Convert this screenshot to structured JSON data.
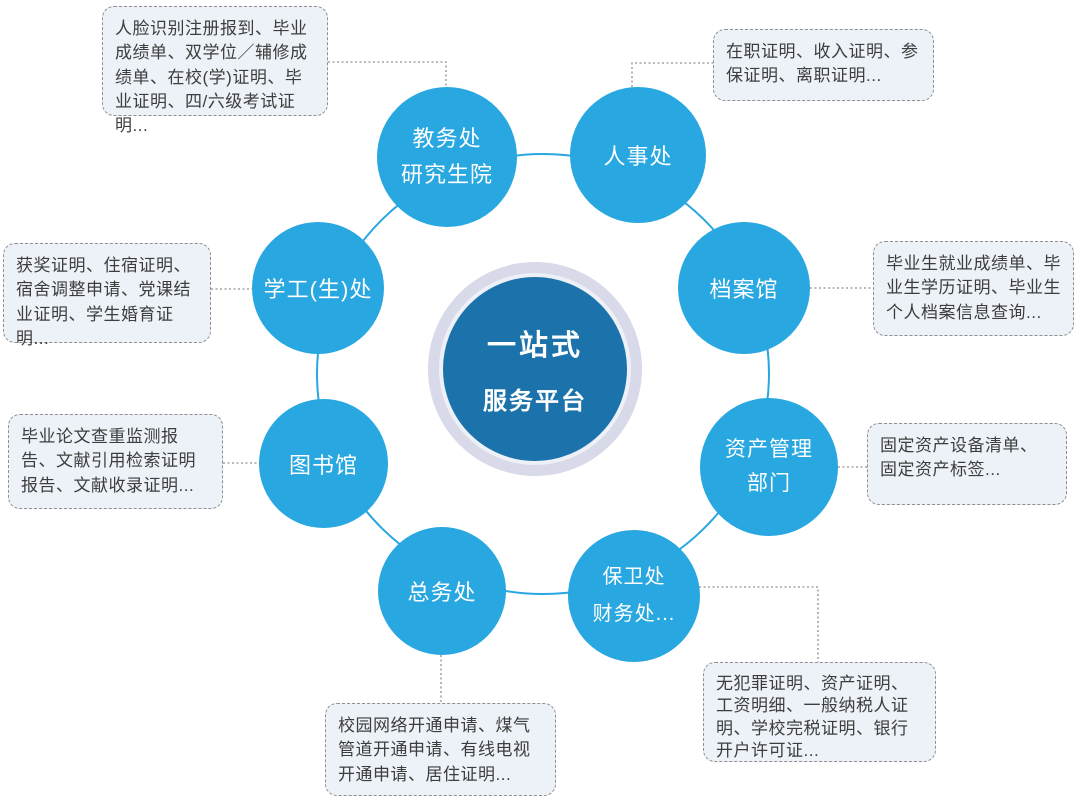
{
  "center": {
    "line1": "一站式",
    "line2": "服务平台"
  },
  "nodes": [
    {
      "line1": "教务处",
      "line2": "研究生院"
    },
    {
      "line1": "人事处"
    },
    {
      "line1": "档案馆"
    },
    {
      "line1": "资产管理",
      "line2": "部门"
    },
    {
      "line1": "保卫处",
      "line2": "财务处..."
    },
    {
      "line1": "总务处"
    },
    {
      "line1": "图书馆"
    },
    {
      "line1": "学工(生)处"
    }
  ],
  "callouts": [
    {
      "text": "人脸识别注册报到、毕业成绩单、双学位／辅修成绩单、在校(学)证明、毕业证明、四/六级考试证明..."
    },
    {
      "text": "在职证明、收入证明、参保证明、离职证明..."
    },
    {
      "text": "毕业生就业成绩单、毕业生学历证明、毕业生个人档案信息查询..."
    },
    {
      "text": "固定资产设备清单、固定资产标签..."
    },
    {
      "text": "无犯罪证明、资产证明、工资明细、一般纳税人证明、学校完税证明、银行开户许可证..."
    },
    {
      "text": "校园网络开通申请、煤气管道开通申请、有线电视开通申请、居住证明..."
    },
    {
      "text": "毕业论文查重监测报告、文献引用检索证明报告、文献收录证明..."
    },
    {
      "text": "获奖证明、住宿证明、宿舍调整申请、党课结业证明、学生婚育证明..."
    }
  ],
  "colors": {
    "node_blue": "#29a7e0",
    "hub_blue": "#1c73ab",
    "hub_ring": "#d9dae9",
    "callout_bg": "#edf2f8",
    "connector_gray": "#8f8f8f"
  }
}
